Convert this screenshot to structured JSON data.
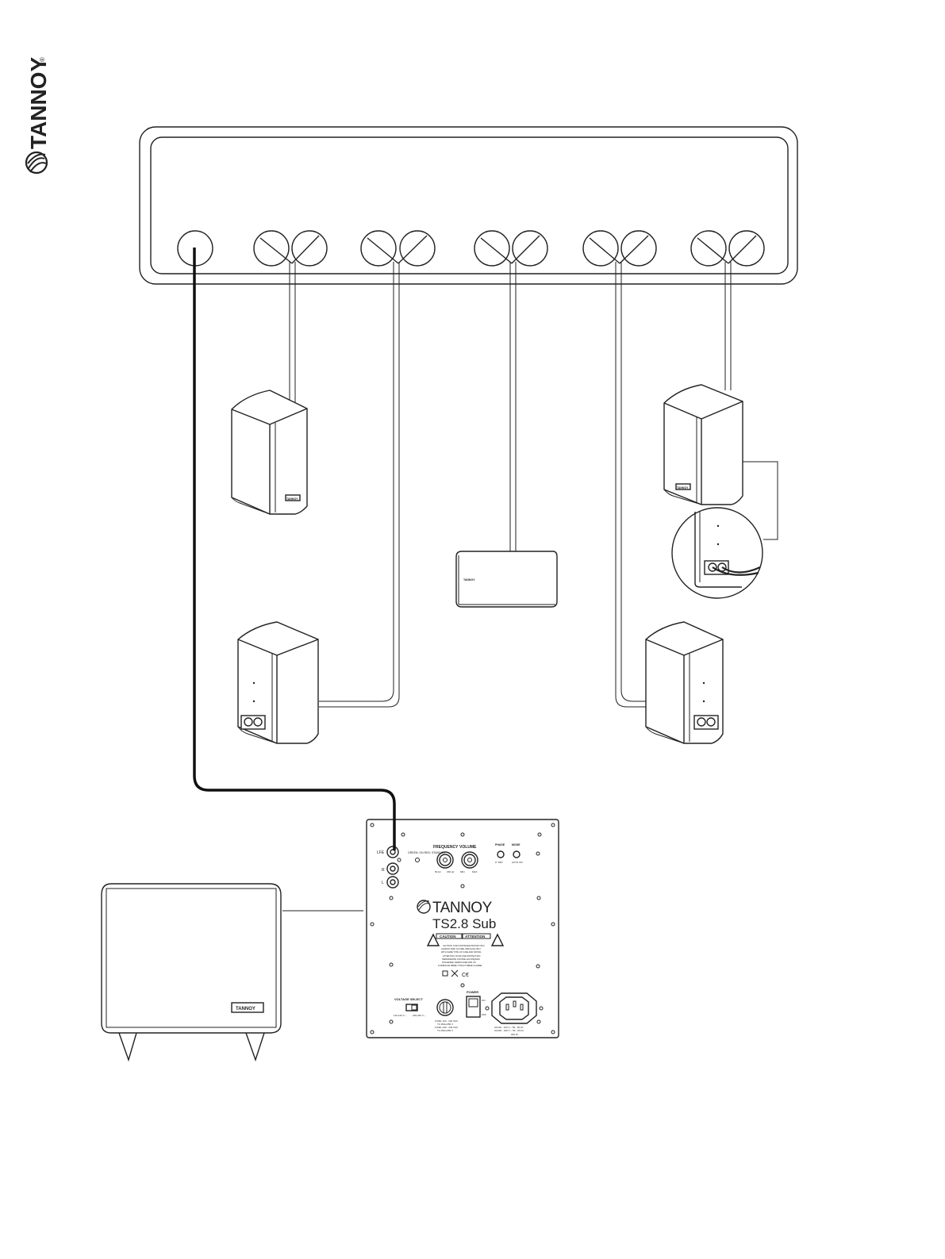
{
  "brand": {
    "logo": "TANNOY",
    "registered_mark": "®",
    "badge": "TANNOY"
  },
  "sub_panel": {
    "model": "TS2.8 Sub",
    "lfe_label": "LFE",
    "input_r": "R",
    "input_l": "L",
    "on_label": "GREEN: ON RED: STAND BY",
    "frequency_label": "FREQUENCY",
    "frequency_min": "50 Hz",
    "frequency_max": "150 Hz",
    "volume_label": "VOLUME",
    "volume_min": "MIN",
    "volume_max": "MAX",
    "phase_label": "PHASE",
    "phase_values": "0° 180°",
    "mode_label": "MODE",
    "mode_values": "AUTO ON",
    "caution_label": "CAUTION",
    "attention_label": "ATTENTION",
    "warning_line1": "CAUTION: FOR CONTINUED PROTECTION",
    "warning_line2": "AGAINST RISK OF FIRE, REPLACE ONLY",
    "warning_line3": "WITH SAME TYPE OF FUSE AND RATING",
    "warning_line4": "ATTENTION: POUR UNE PROTECTION",
    "warning_line5": "PERMANENTE CONTRE LES RISQUES",
    "warning_line6": "D'INCENDIE, REMPLACER PAR UN",
    "warning_line7": "FUSIBLE DE MÊME TYPE ET MÊME CALIBRE",
    "voltage_select_label": "VOLTAGE SELECT",
    "voltage_110": "110-120 V ~",
    "voltage_220": "220-240 V ~",
    "fuse_line1": "FUSE: 110 - 120 VAC",
    "fuse_line2": "T3.15AL/250 V",
    "fuse_line3": "FUSE: 220 - 240 VAC",
    "fuse_line4": "T1.25AL/250 V",
    "power_label": "POWER",
    "power_on": "ON",
    "power_off": "OFF",
    "ac_line1": "AC110 - 120 V ~ 50 - 60 Hz",
    "ac_line2": "AC220 - 240 V ~ 50 - 60 Hz",
    "ac_watts": "200 W"
  },
  "colors": {
    "line": "#222222",
    "cable": "#111111",
    "background": "#ffffff"
  }
}
